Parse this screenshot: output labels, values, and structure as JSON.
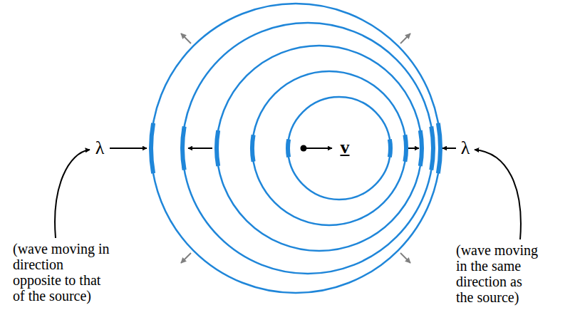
{
  "diagram": {
    "labels": [
      "λ",
      "v",
      "λ",
      "(wave moving in direction opposite to that of the source)",
      "(wave moving in the same direction as the source)"
    ]
  }
}
